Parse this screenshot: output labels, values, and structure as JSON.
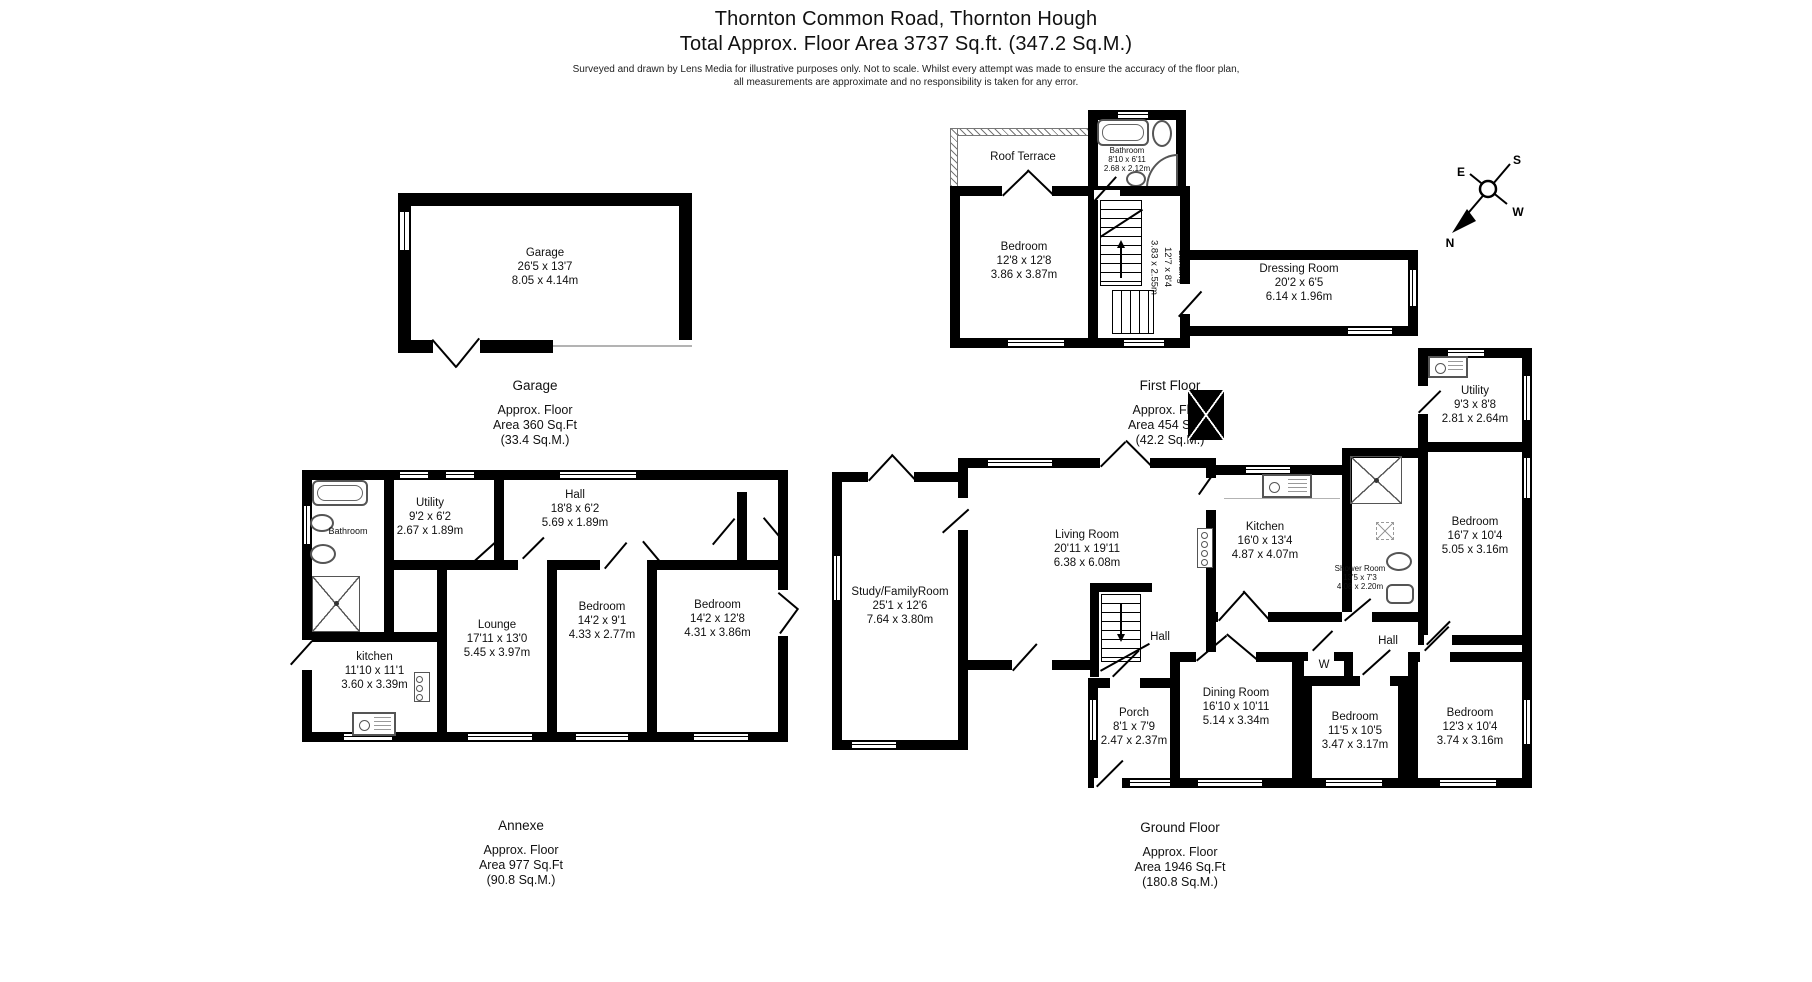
{
  "header": {
    "title": "Thornton Common Road, Thornton Hough",
    "subtitle": "Total Approx. Floor Area 3737 Sq.ft. (347.2 Sq.M.)",
    "disclaimer1": "Surveyed and drawn by Lens Media for illustrative purposes only. Not to scale. Whilst every attempt was made to ensure the accuracy of the floor plan,",
    "disclaimer2": "all measurements are approximate and no responsibility is taken for any error."
  },
  "compass": {
    "n": "N",
    "s": "S",
    "e": "E",
    "w": "W"
  },
  "garage": {
    "room": {
      "name": "Garage",
      "imperial": "26'5 x 13'7",
      "metric": "8.05 x 4.14m"
    },
    "footer": {
      "title": "Garage",
      "line1": "Approx. Floor",
      "line2": "Area 360 Sq.Ft",
      "line3": "(33.4 Sq.M.)"
    }
  },
  "first_floor": {
    "rooms": {
      "roof_terrace": {
        "name": "Roof Terrace"
      },
      "bathroom": {
        "name": "Bathroom",
        "imperial": "8'10 x 6'11",
        "metric": "2.68 x 2.12m"
      },
      "bedroom": {
        "name": "Bedroom",
        "imperial": "12'8 x 12'8",
        "metric": "3.86 x 3.87m"
      },
      "landing": {
        "name": "Landing",
        "imperial": "12'7 x 8'4",
        "metric": "3.83 x 2.55m"
      },
      "dressing": {
        "name": "Dressing Room",
        "imperial": "20'2 x 6'5",
        "metric": "6.14 x 1.96m"
      }
    },
    "footer": {
      "title": "First Floor",
      "line1": "Approx. Floor",
      "line2": "Area 454 Sq.Ft",
      "line3": "(42.2 Sq.M.)"
    }
  },
  "annexe": {
    "rooms": {
      "bathroom": {
        "name": "Bathroom"
      },
      "utility": {
        "name": "Utility",
        "imperial": "9'2 x 6'2",
        "metric": "2.67 x 1.89m"
      },
      "hall": {
        "name": "Hall",
        "imperial": "18'8 x 6'2",
        "metric": "5.69 x 1.89m"
      },
      "kitchen": {
        "name": "kitchen",
        "imperial": "11'10 x 11'1",
        "metric": "3.60 x 3.39m"
      },
      "lounge": {
        "name": "Lounge",
        "imperial": "17'11 x 13'0",
        "metric": "5.45 x 3.97m"
      },
      "bedroom1": {
        "name": "Bedroom",
        "imperial": "14'2 x 9'1",
        "metric": "4.33 x 2.77m"
      },
      "bedroom2": {
        "name": "Bedroom",
        "imperial": "14'2 x 12'8",
        "metric": "4.31 x 3.86m"
      }
    },
    "footer": {
      "title": "Annexe",
      "line1": "Approx. Floor",
      "line2": "Area 977 Sq.Ft",
      "line3": "(90.8 Sq.M.)"
    }
  },
  "ground_floor": {
    "rooms": {
      "study": {
        "name": "Study/FamilyRoom",
        "imperial": "25'1 x 12'6",
        "metric": "7.64 x 3.80m"
      },
      "living": {
        "name": "Living Room",
        "imperial": "20'11 x 19'11",
        "metric": "6.38 x 6.08m"
      },
      "kitchen": {
        "name": "Kitchen",
        "imperial": "16'0 x 13'4",
        "metric": "4.87 x 4.07m"
      },
      "shower": {
        "name": "Shower Room",
        "imperial": "13'5 x 7'3",
        "metric": "4.08 x 2.20m"
      },
      "utility": {
        "name": "Utility",
        "imperial": "9'3 x 8'8",
        "metric": "2.81 x 2.64m"
      },
      "bedroom1": {
        "name": "Bedroom",
        "imperial": "16'7 x 10'4",
        "metric": "5.05 x 3.16m"
      },
      "hall_left": {
        "name": "Hall"
      },
      "hall_right": {
        "name": "Hall"
      },
      "wardrobe": {
        "name": "W"
      },
      "porch": {
        "name": "Porch",
        "imperial": "8'1 x 7'9",
        "metric": "2.47 x 2.37m"
      },
      "dining": {
        "name": "Dining Room",
        "imperial": "16'10 x 10'11",
        "metric": "5.14 x 3.34m"
      },
      "bedroom2": {
        "name": "Bedroom",
        "imperial": "11'5 x 10'5",
        "metric": "3.47 x 3.17m"
      },
      "bedroom3": {
        "name": "Bedroom",
        "imperial": "12'3 x 10'4",
        "metric": "3.74 x 3.16m"
      }
    },
    "footer": {
      "title": "Ground Floor",
      "line1": "Approx. Floor",
      "line2": "Area 1946 Sq.Ft",
      "line3": "(180.8 Sq.M.)"
    }
  }
}
